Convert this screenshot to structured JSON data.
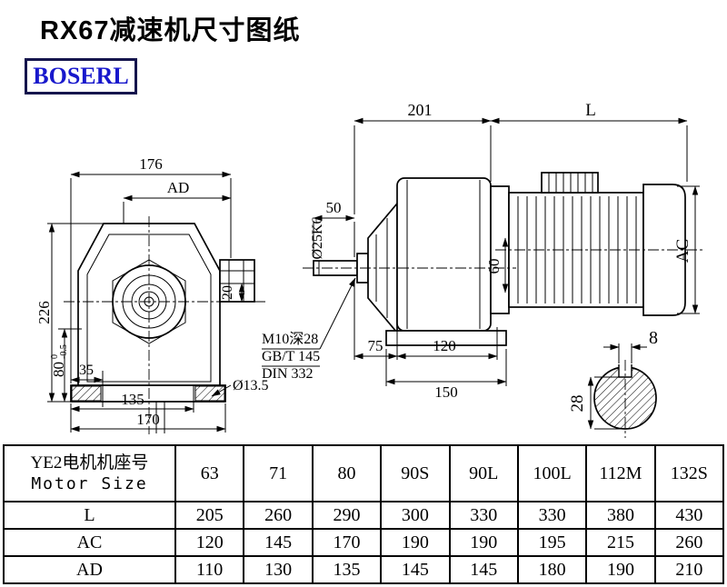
{
  "page": {
    "title": "RX67减速机尺寸图纸",
    "brand": "BOSERL"
  },
  "colors": {
    "brand_text": "#1818cc",
    "brand_border": "#15154d",
    "line": "#000000"
  },
  "front_view": {
    "dim_176": "176",
    "dim_ad": "AD",
    "dim_226": "226",
    "dim_80": "80",
    "dim_80_tol_top": "0",
    "dim_80_tol_bot": "-0.5",
    "dim_20": "20",
    "dim_35": "35",
    "dim_135": "135",
    "dim_170": "170",
    "dim_hole": "Ø13.5"
  },
  "side_view": {
    "dim_201": "201",
    "dim_L": "L",
    "dim_50": "50",
    "dim_shaft": "Ø25K6",
    "dim_60": "60",
    "dim_AC": "AC",
    "note_tap": "M10深28",
    "note_gb": "GB/T 145",
    "note_din": "DIN 332",
    "dim_75": "75",
    "dim_120": "120",
    "dim_150": "150"
  },
  "shaft_section": {
    "dim_8": "8",
    "dim_28": "28"
  },
  "table": {
    "header_cn": "YE2电机机座号",
    "header_en": "Motor Size",
    "sizes": [
      "63",
      "71",
      "80",
      "90S",
      "90L",
      "100L",
      "112M",
      "132S"
    ],
    "rows": [
      {
        "label": "L",
        "values": [
          "205",
          "260",
          "290",
          "300",
          "330",
          "330",
          "380",
          "430"
        ]
      },
      {
        "label": "AC",
        "values": [
          "120",
          "145",
          "170",
          "190",
          "190",
          "195",
          "215",
          "260"
        ]
      },
      {
        "label": "AD",
        "values": [
          "110",
          "130",
          "135",
          "145",
          "145",
          "180",
          "190",
          "210"
        ]
      }
    ]
  }
}
